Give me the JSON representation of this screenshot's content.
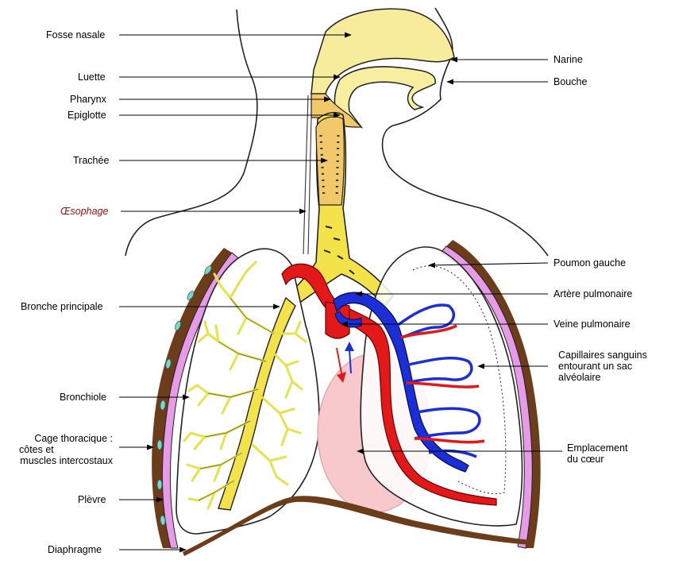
{
  "labels": {
    "fosse_nasale": "Fosse nasale",
    "luette": "Luette",
    "pharynx": "Pharynx",
    "epiglotte": "Epiglotte",
    "trachee": "Trachée",
    "oesophage": "Œsophage",
    "bronche_principale": "Bronche principale",
    "bronchiole": "Bronchiole",
    "cage_thoracique": "Cage thoracique :",
    "cotes_et": "côtes et",
    "muscles_intercostaux": "muscles intercostaux",
    "plevre": "Plèvre",
    "diaphragme": "Diaphragme",
    "narine": "Narine",
    "bouche": "Bouche",
    "poumon_gauche": "Poumon gauche",
    "artere_pulmonaire": "Artère pulmonaire",
    "veine_pulmonaire": "Veine pulmonaire",
    "capillaires_1": "Capillaires sanguins",
    "capillaires_2": "entourant un sac",
    "capillaires_3": "alvéolaire",
    "emplacement_1": "Emplacement",
    "emplacement_2": "du cœur"
  },
  "colors": {
    "airway": "#f4e24a",
    "airway_light": "#f8eea0",
    "head_fill": "#f7ec9c",
    "artery": "#e31818",
    "vein": "#1c2fd6",
    "heart_zone": "#f7c9cd",
    "pleura": "#e79be6",
    "rib": "#6b3d1a",
    "rib_spot": "#7dd6c8",
    "bronchiole": "#e6e24a"
  }
}
